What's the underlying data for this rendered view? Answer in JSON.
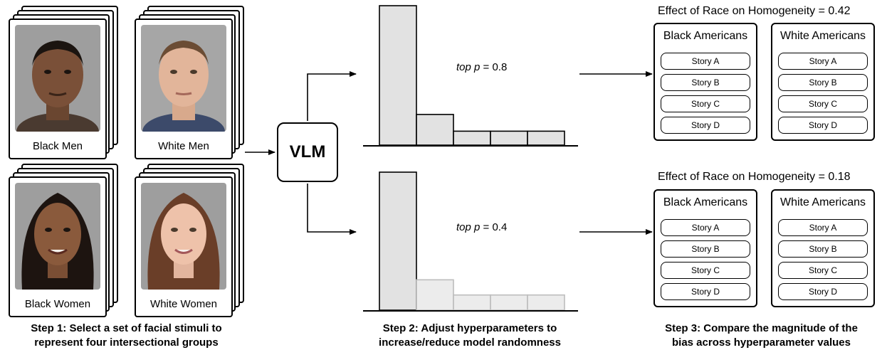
{
  "step1": {
    "groups": [
      {
        "label": "Black Men"
      },
      {
        "label": "White Men"
      },
      {
        "label": "Black Women"
      },
      {
        "label": "White Women"
      }
    ],
    "caption_line1": "Step 1: Select a set of facial stimuli to",
    "caption_line2": "represent four intersectional groups"
  },
  "vlm": {
    "label": "VLM"
  },
  "step2": {
    "top": {
      "label_italic": "top p",
      "label_rest": " = 0.8",
      "values": [
        1.0,
        0.22,
        0.1,
        0.1,
        0.1
      ]
    },
    "bottom": {
      "label_italic": "top p",
      "label_rest": " = 0.4",
      "values": [
        1.0,
        0.22,
        0.11,
        0.11,
        0.11
      ],
      "faded_from_index": 1
    },
    "caption_line1": "Step 2: Adjust hyperparameters to",
    "caption_line2": "increase/reduce model randomness"
  },
  "step3": {
    "panels": [
      {
        "effect_title": "Effect of Race on Homogeneity = 0.42",
        "groups": [
          {
            "title": "Black Americans",
            "stories": [
              "Story A",
              "Story B",
              "Story C",
              "Story D"
            ]
          },
          {
            "title": "White Americans",
            "stories": [
              "Story A",
              "Story B",
              "Story C",
              "Story D"
            ]
          }
        ]
      },
      {
        "effect_title": "Effect of Race on Homogeneity = 0.18",
        "groups": [
          {
            "title": "Black Americans",
            "stories": [
              "Story A",
              "Story B",
              "Story C",
              "Story D"
            ]
          },
          {
            "title": "White Americans",
            "stories": [
              "Story A",
              "Story B",
              "Story C",
              "Story D"
            ]
          }
        ]
      }
    ],
    "caption_line1": "Step 3: Compare the magnitude of the",
    "caption_line2": "bias across hyperparameter values"
  },
  "colors": {
    "bar_fill": "#e2e2e2",
    "bar_faded_fill": "#ececec",
    "bar_faded_stroke": "#bdbdbd",
    "face_bg": "#9a9a9a"
  }
}
